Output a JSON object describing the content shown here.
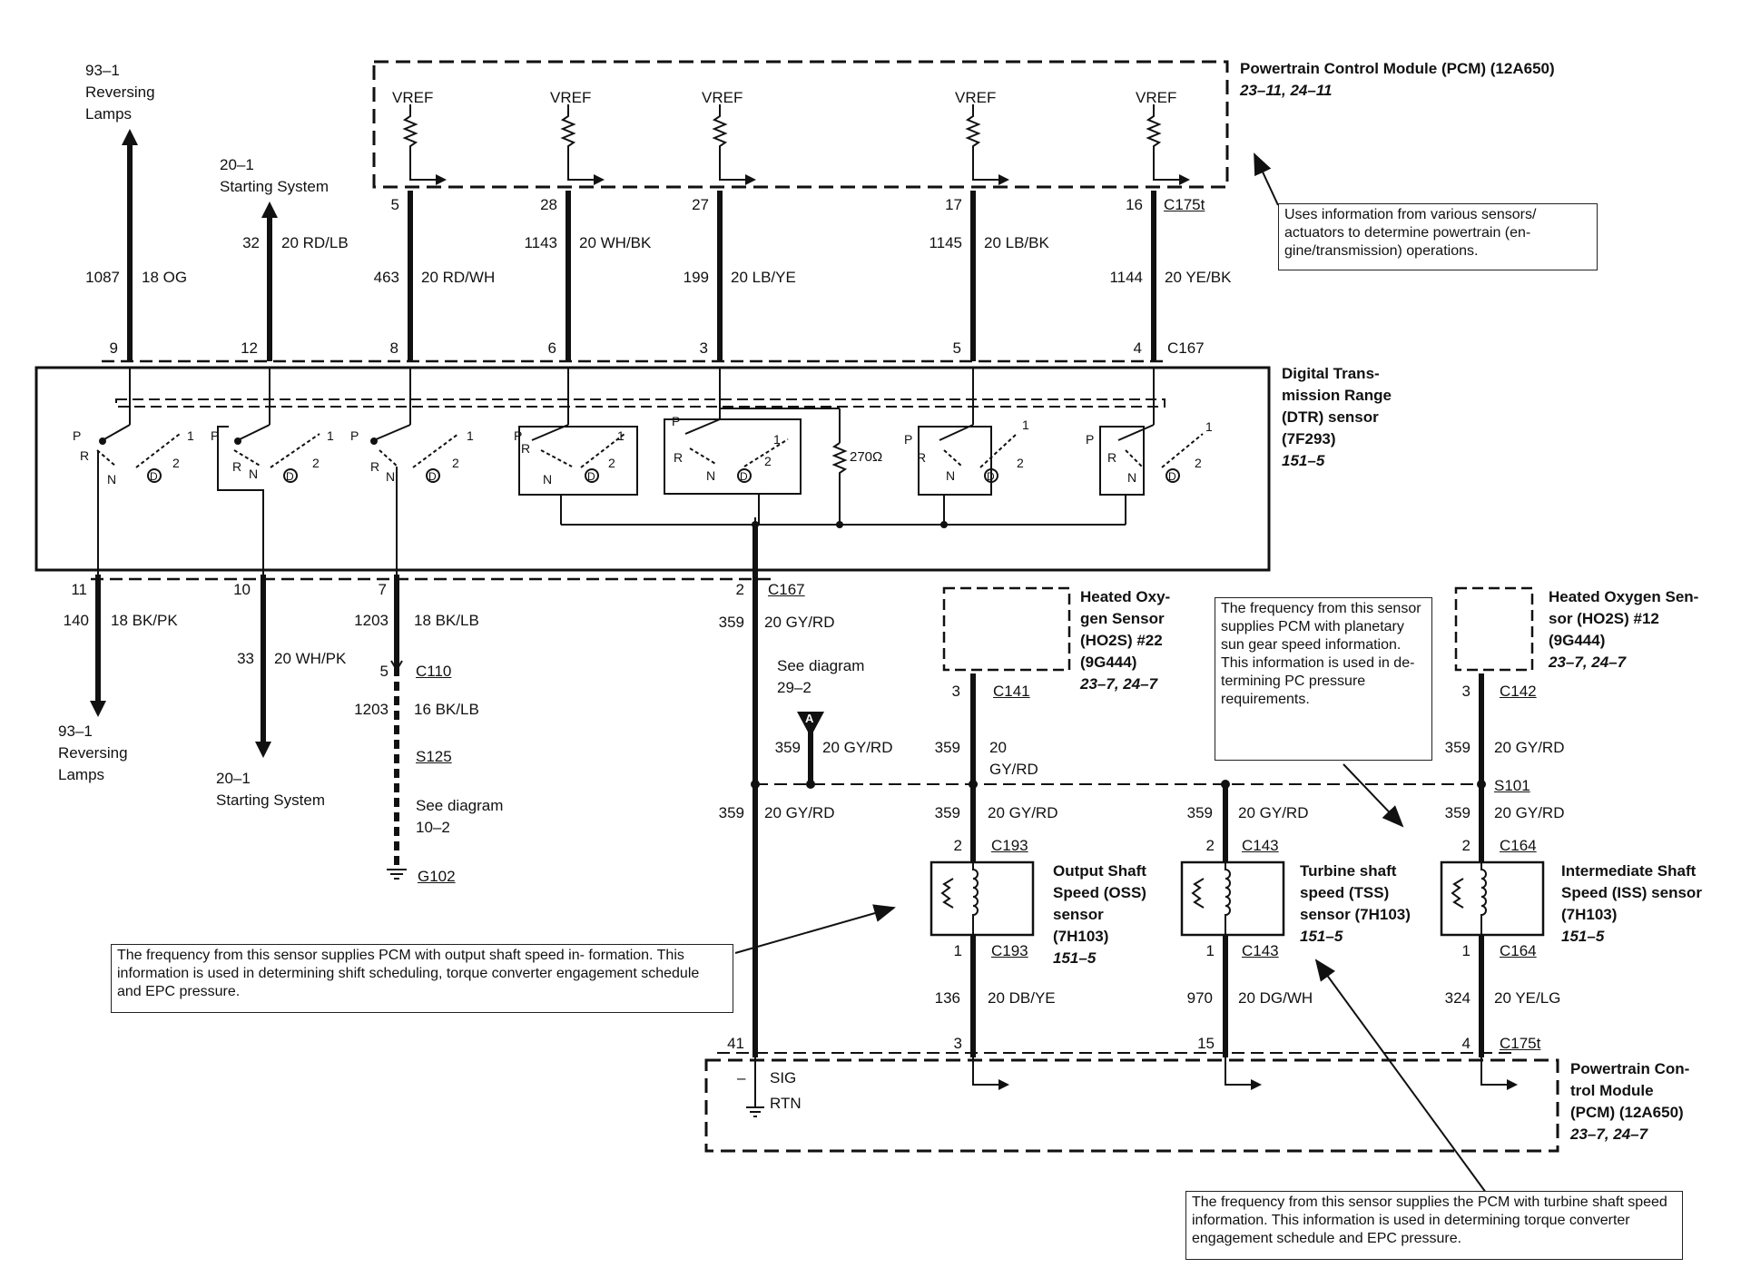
{
  "pcm_top": {
    "title": "Powertrain Control Module (PCM) (12A650)",
    "refs": "23–11, 24–11",
    "vref": "VREF",
    "connector": "C175t",
    "pins": [
      "5",
      "28",
      "27",
      "17",
      "16"
    ],
    "callout": "Uses information from various sensors/ actuators to determine powertrain (en- gine/transmission) operations."
  },
  "dtr": {
    "title_lines": [
      "Digital Trans-",
      "mission Range",
      "(DTR) sensor",
      "(7F293)"
    ],
    "refs": "151–5",
    "connector_top": "C167",
    "connector_bottom": "C167",
    "pins_top": [
      "9",
      "12",
      "8",
      "6",
      "3",
      "5",
      "4"
    ],
    "pins_bottom": [
      "11",
      "10",
      "7",
      "2"
    ],
    "resistor": "270Ω",
    "switch_labels": {
      "p": "P",
      "r": "R",
      "n": "N",
      "d": "D",
      "one": "1",
      "two": "2"
    }
  },
  "wires_top": [
    {
      "circuit": "1087",
      "color": "18 OG"
    },
    {
      "circuit": "32",
      "color": "20 RD/LB"
    },
    {
      "circuit": "463",
      "color": "20 RD/WH"
    },
    {
      "circuit": "1143",
      "color": "20 WH/BK"
    },
    {
      "circuit": "199",
      "color": "20 LB/YE"
    },
    {
      "circuit": "1145",
      "color": "20 LB/BK"
    },
    {
      "circuit": "1144",
      "color": "20 YE/BK"
    }
  ],
  "refs_top": {
    "reversing_num": "93–1",
    "reversing_l1": "Reversing",
    "reversing_l2": "Lamps",
    "starting_num": "20–1",
    "starting_label": "Starting System"
  },
  "wires_bottom_left": [
    {
      "circuit": "140",
      "color": "18 BK/PK"
    },
    {
      "circuit": "33",
      "color": "20 WH/PK"
    },
    {
      "circuit": "1203",
      "color": "18 BK/LB"
    }
  ],
  "refs_bottom": {
    "reversing_num": "93–1",
    "reversing_l1": "Reversing",
    "reversing_l2": "Lamps",
    "starting_num": "20–1",
    "starting_label": "Starting System"
  },
  "ground_branch": {
    "c110_pin": "5",
    "c110": "C110",
    "circuit": "1203",
    "color": "16 BK/LB",
    "splice": "S125",
    "see_l1": "See diagram",
    "see_l2": "10–2",
    "ground": "G102"
  },
  "sig_line": {
    "circuit": "359",
    "color": "20 GY/RD",
    "see_l1": "See diagram",
    "see_l2": "29–2",
    "badge": "A",
    "branch_circuit": "359",
    "branch_color": "20 GY/RD",
    "lower_circuit": "359",
    "lower_color": "20 GY/RD"
  },
  "ho2s_22": {
    "title_lines": [
      "Heated Oxy-",
      "gen Sensor",
      "(HO2S) #22",
      "(9G444)"
    ],
    "refs": "23–7, 24–7",
    "pin": "3",
    "connector": "C141",
    "circuit": "359",
    "color_l1": "20",
    "color_l2": "GY/RD"
  },
  "ho2s_12": {
    "title_lines": [
      "Heated Oxygen Sen-",
      "sor (HO2S) #12",
      "(9G444)"
    ],
    "refs": "23–7, 24–7",
    "pin": "3",
    "connector": "C142",
    "circuit": "359",
    "color": "20 GY/RD",
    "splice": "S101"
  },
  "oss": {
    "title_lines": [
      "Output Shaft",
      "Speed (OSS)",
      "sensor",
      "(7H103)"
    ],
    "refs": "151–5",
    "in_circuit": "359",
    "in_color": "20 GY/RD",
    "pin_in": "2",
    "conn_in": "C193",
    "pin_out": "1",
    "conn_out": "C193",
    "out_circuit": "136",
    "out_color": "20 DB/YE",
    "pcm_pin": "3"
  },
  "tss": {
    "title_lines": [
      "Turbine shaft",
      "speed (TSS)",
      "sensor (7H103)"
    ],
    "refs": "151–5",
    "in_circuit": "359",
    "in_color": "20 GY/RD",
    "pin_in": "2",
    "conn_in": "C143",
    "pin_out": "1",
    "conn_out": "C143",
    "out_circuit": "970",
    "out_color": "20 DG/WH",
    "pcm_pin": "15"
  },
  "iss": {
    "title_lines": [
      "Intermediate Shaft",
      "Speed (ISS) sensor",
      "(7H103)"
    ],
    "refs": "151–5",
    "in_circuit": "359",
    "in_color": "20 GY/RD",
    "pin_in": "2",
    "conn_in": "C164",
    "pin_out": "1",
    "conn_out": "C164",
    "out_circuit": "324",
    "out_color": "20 YE/LG",
    "pcm_pin": "4"
  },
  "pcm_bottom": {
    "title_lines": [
      "Powertrain Con-",
      "trol Module",
      "(PCM) (12A650)"
    ],
    "refs": "23–7, 24–7",
    "connector": "C175t",
    "sig_pin": "41",
    "sig": "SIG",
    "rtn": "RTN",
    "minus": "–"
  },
  "callouts": {
    "iss_text": "The frequency from this sensor supplies PCM with planetary sun gear speed information. This information is used in de- termining PC pressure requirements.",
    "oss_text": "The frequency from this sensor supplies PCM with output shaft speed in- formation. This information is used in determining shift scheduling, torque converter engagement schedule and EPC pressure.",
    "tss_text": "The frequency from this sensor supplies the PCM with turbine shaft speed information. This information is used in determining torque converter engagement schedule and EPC pressure."
  }
}
